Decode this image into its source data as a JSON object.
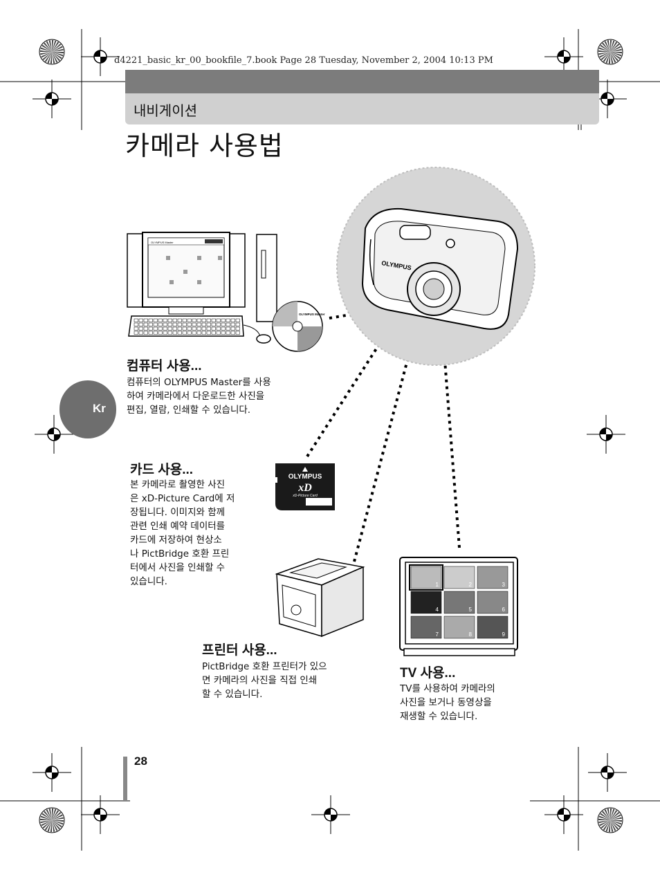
{
  "file_header": "d4221_basic_kr_00_bookfile_7.book  Page 28  Tuesday, November 2, 2004  10:13 PM",
  "section_label": "내비게이션",
  "page_title": "카메라 사용법",
  "language_tab": "Kr",
  "page_number": "28",
  "computer": {
    "heading": "컴퓨터 사용...",
    "lines": [
      "컴퓨터의 OLYMPUS Master를 사용",
      "하여 카메라에서 다운로드한 사진을",
      "편집, 열람, 인쇄할 수 있습니다."
    ],
    "monitor_title": "OLYMPUS Master",
    "cd_label": "OLYMPUS Master"
  },
  "card": {
    "heading": "카드 사용...",
    "lines": [
      "본 카메라로 촬영한 사진",
      "은 xD-Picture Card에 저",
      "장됩니다. 이미지와 함께",
      "관련 인쇄 예약 데이터를",
      "카드에 저장하여 현상소",
      "나 PictBridge 호환 프린",
      "터에서 사진을 인쇄할 수",
      "있습니다."
    ],
    "brand": "OLYMPUS",
    "logo": "xD",
    "card_name": "xD-Picture Card"
  },
  "printer": {
    "heading": "프린터 사용...",
    "lines": [
      "PictBridge 호환 프린터가 있으",
      "면 카메라의 사진을 직접 인쇄",
      "할 수 있습니다."
    ]
  },
  "tv": {
    "heading": "TV 사용...",
    "lines": [
      "TV를 사용하여 카메라의",
      "사진을 보거나 동영상을",
      "재생할 수 있습니다."
    ],
    "thumbnail_numbers": [
      "1",
      "2",
      "3",
      "4",
      "5",
      "6",
      "7",
      "8",
      "9"
    ]
  },
  "camera": {
    "brand": "OLYMPUS"
  }
}
